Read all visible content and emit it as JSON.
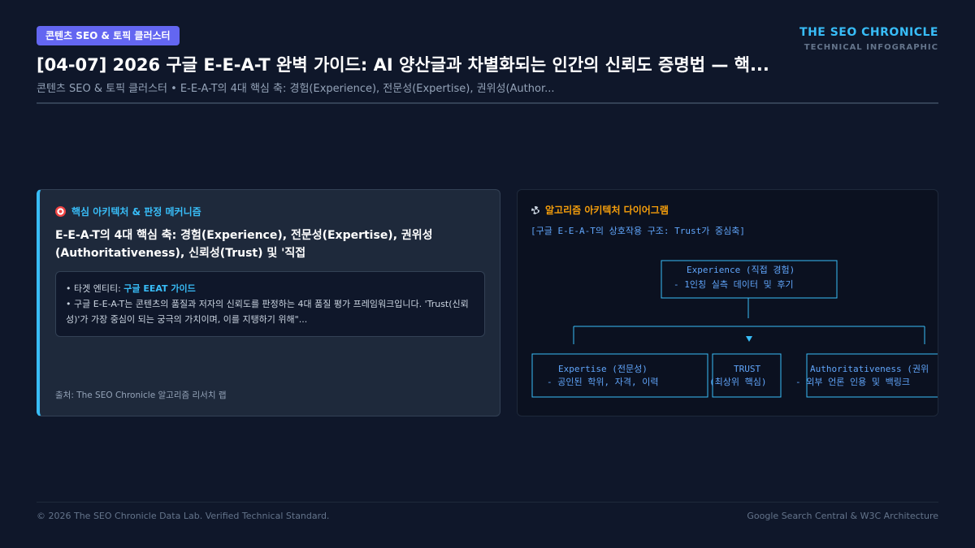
{
  "header": {
    "tag": "콘텐츠 SEO & 토픽 클러스터",
    "title": "[04-07] 2026 구글 E-E-A-T 완벽 가이드: AI 양산글과 차별화되는 인간의 신뢰도 증명법 — 핵...",
    "subtitle": "콘텐츠 SEO & 토픽 클러스터 • E-E-A-T의 4대 핵심 축: 경험(Experience), 전문성(Expertise), 권위성(Author...",
    "brand_name": "THE SEO CHRONICLE",
    "brand_sub": "TECHNICAL INFOGRAPHIC"
  },
  "left_card": {
    "heading": "핵심 아키텍처 & 판정 메커니즘",
    "main": "E-E-A-T의 4대 핵심 축: 경험(Experience), 전문성(Expertise), 권위성(Authoritativeness), 신뢰성(Trust) 및 '직접",
    "target_label": "• 타겟 엔티티: ",
    "target_value": "구글 EEAT 가이드",
    "desc": "• 구글 E-E-A-T는 콘텐츠의 품질과 저자의 신뢰도를 판정하는 4대 품질 평가 프레임워크입니다. 'Trust(신뢰성)'가 가장 중심이 되는 궁극의 가치이며, 이를 지탱하기 위해\"...",
    "source": "출처: The SEO Chronicle 알고리즘 리서치 랩"
  },
  "right_card": {
    "heading": "알고리즘 아키텍처 다이어그램",
    "caption": "[구글 E-E-A-T의 상호작용 구조: Trust가 중심축]",
    "boxes": {
      "experience_1": "Experience (직접 경험)",
      "experience_2": "- 1인칭 실측 데이터 및 후기",
      "expertise_1": "Expertise (전문성)",
      "expertise_2": "- 공인된 학위, 자격, 이력",
      "trust_1": "TRUST",
      "trust_2": "(최상위 핵심)",
      "authority_1": "Authoritativeness (권위",
      "authority_2": "- 외부 언론 인용 및 백링크"
    }
  },
  "footer": {
    "left": "© 2026 The SEO Chronicle Data Lab. Verified Technical Standard.",
    "right": "Google Search Central & W3C Architecture"
  },
  "colors": {
    "accent": "#38bdf8",
    "tag": "#6366f1",
    "diagram_heading": "#f59e0b",
    "background": "#0f172a"
  },
  "icons": {
    "left_heading": "target-icon",
    "right_heading": "gear-icon"
  }
}
